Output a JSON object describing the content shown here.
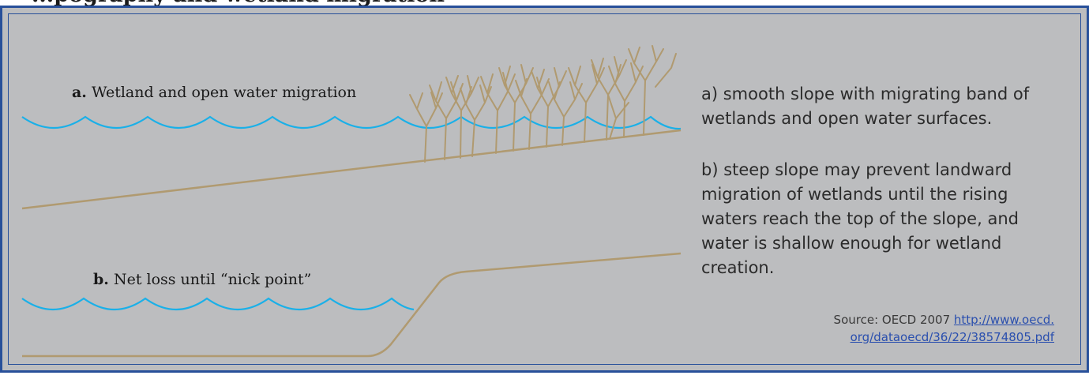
{
  "heading": "...pography and wetland migration",
  "panel_a": {
    "letter": "a.",
    "label": "Wetland and open water migration"
  },
  "panel_b": {
    "letter": "b.",
    "label": "Net loss until “nick point”"
  },
  "captions": {
    "a": "a) smooth slope with migrating band of wetlands and open water surfaces.",
    "b": "b) steep slope may prevent landward migration of wetlands until the rising waters reach the top of the slope, and water is shallow enough for wetland creation."
  },
  "source": {
    "prefix": "Source: OECD 2007 ",
    "link_line1": "http://www.oecd.",
    "link_line2": "org/dataoecd/36/22/38574805.pdf"
  },
  "colors": {
    "frame": "#28509a",
    "background": "#bcbdbf",
    "water": "#1ab0e8",
    "ground": "#b09a70",
    "link": "#2a4fae"
  },
  "icons": {
    "trees": "wetland-tree-icon",
    "water": "wave-icon"
  }
}
